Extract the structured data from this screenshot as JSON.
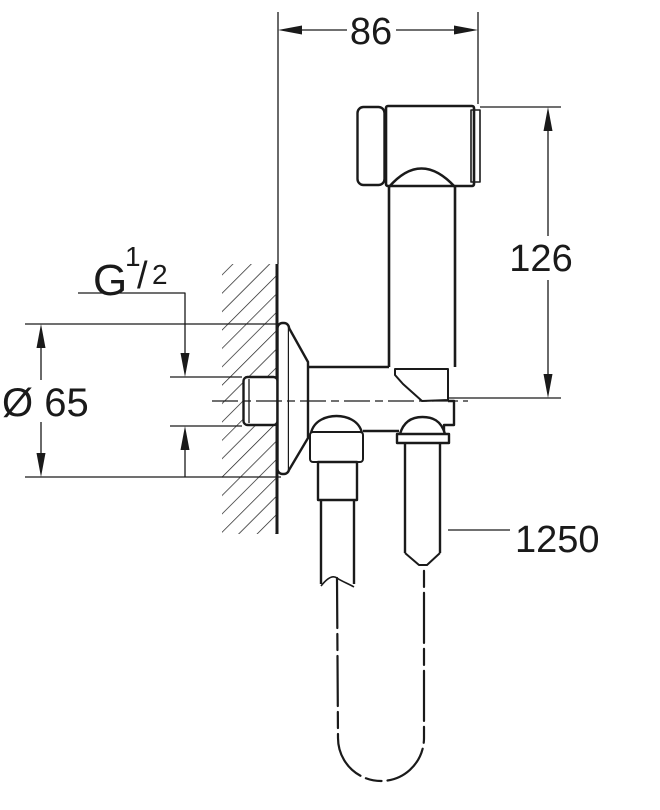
{
  "drawing": {
    "background_color": "#ffffff",
    "line_color": "#1a1a1a",
    "dimensions": {
      "width": {
        "label": "86"
      },
      "height": {
        "label": "126"
      },
      "thread": {
        "prefix": "G",
        "numerator": "1",
        "slash": "/",
        "denominator": "2"
      },
      "escutcheon_diameter": {
        "label": "Ø 65"
      },
      "hose_length": {
        "label": "1250"
      }
    }
  }
}
